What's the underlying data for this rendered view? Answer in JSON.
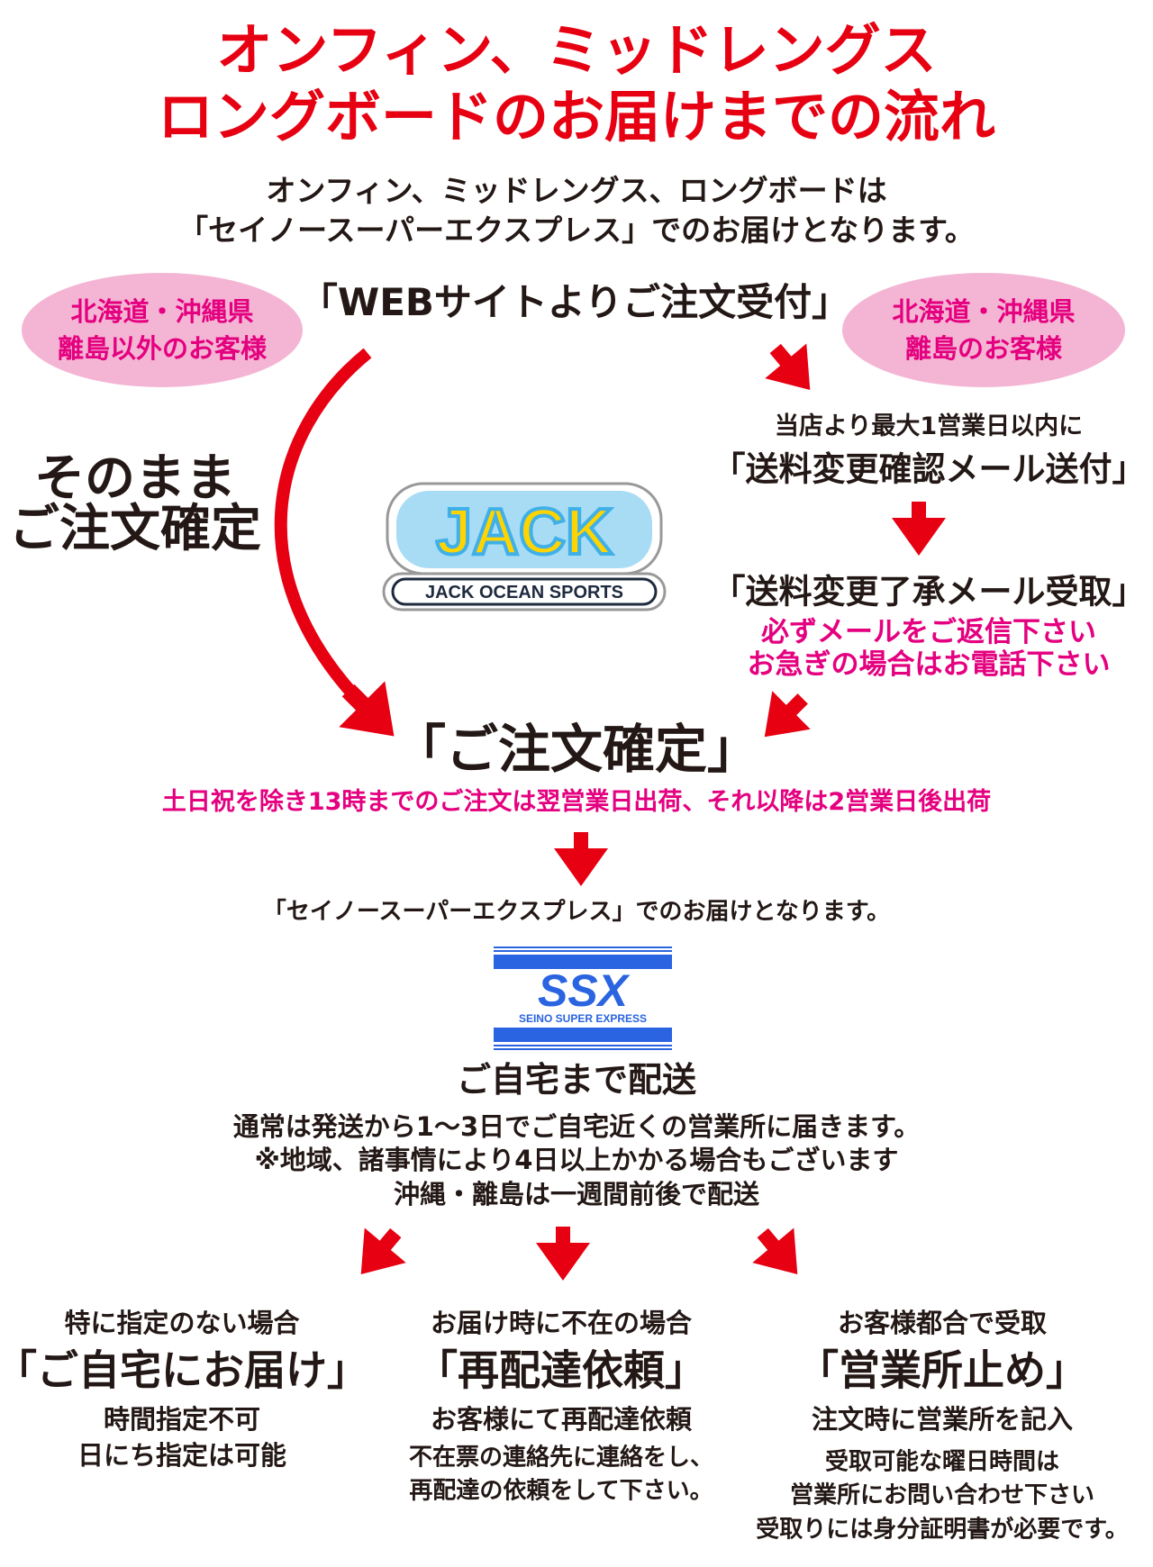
{
  "title": {
    "line1": "オンフィン、ミッドレングス",
    "line2": "ロングボードのお届けまでの流れ"
  },
  "intro": {
    "line1": "オンフィン、ミッドレングス、ロングボードは",
    "line2": "「セイノースーパーエクスプレス」でのお届けとなります。"
  },
  "left_badge": {
    "line1": "北海道・沖縄県",
    "line2": "離島以外のお客様"
  },
  "right_badge": {
    "line1": "北海道・沖縄県",
    "line2": "離島のお客様"
  },
  "order_received": "「WEBサイトよりご注文受付」",
  "direct_confirm": {
    "line1": "そのまま",
    "line2": "ご注文確定"
  },
  "logo": {
    "jack": "JACK",
    "jack_sub": "JACK OCEAN SPORTS",
    "ssx": "SSX",
    "ssx_sub": "SEINO SUPER EXPRESS"
  },
  "right_flow": {
    "note": "当店より最大1営業日以内に",
    "step1": "「送料変更確認メール送付」",
    "step2": "「送料変更了承メール受取」",
    "warn1": "必ずメールをご返信下さい",
    "warn2": "お急ぎの場合はお電話下さい"
  },
  "confirmed": "「ご注文確定」",
  "shipping_note": "土日祝を除き13時までのご注文は翌営業日出荷、それ以降は2営業日後出荷",
  "delivery_by": "「セイノースーパーエクスプレス」でのお届けとなります。",
  "home_delivery": {
    "heading": "ご自宅まで配送",
    "line1": "通常は発送から1～3日でご自宅近くの営業所に届きます。",
    "line2": "※地域、諸事情により4日以上かかる場合もございます",
    "line3": "沖縄・離島は一週間前後で配送"
  },
  "options": [
    {
      "header": "特に指定のない場合",
      "title": "「ご自宅にお届け」",
      "lines": [
        "時間指定不可",
        "日にち指定は可能"
      ]
    },
    {
      "header": "お届け時に不在の場合",
      "title": "「再配達依頼」",
      "lines": [
        "お客様にて再配達依頼",
        "不在票の連絡先に連絡をし、",
        "再配達の依頼をして下さい。"
      ]
    },
    {
      "header": "お客様都合で受取",
      "title": "「営業所止め」",
      "lines": [
        "注文時に営業所を記入",
        "受取可能な曜日時間は",
        "営業所にお問い合わせ下さい",
        "受取りには身分証明書が必要です。"
      ]
    }
  ],
  "colors": {
    "red": "#e60012",
    "magenta": "#e4007f",
    "pink": "#f4b5d4",
    "ssx_blue": "#2a64e0"
  }
}
